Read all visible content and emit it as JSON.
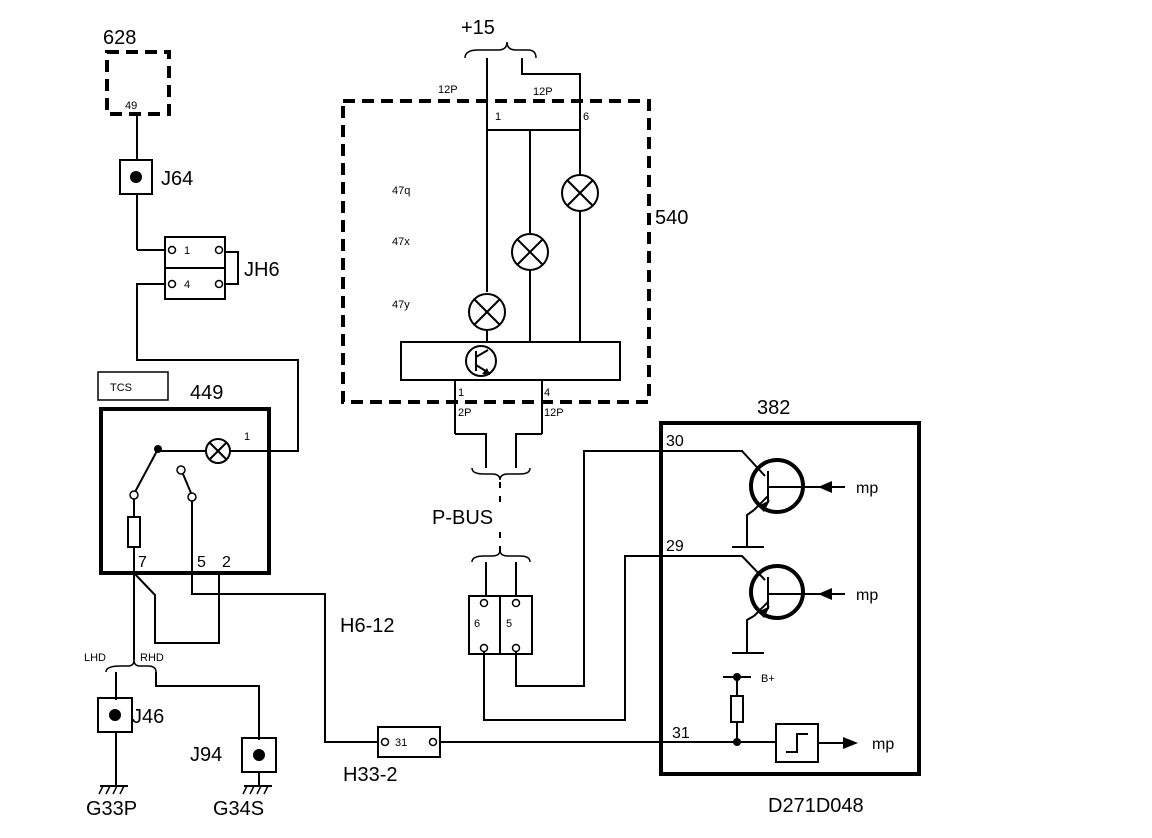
{
  "components": {
    "c628": "628",
    "c628_pin": "49",
    "c540": "540",
    "c449": "449",
    "c382": "382",
    "tcs": "TCS"
  },
  "supply": {
    "plus15": "+15",
    "conn_12p_a": "12P",
    "conn_12p_b": "12P"
  },
  "pins_540": {
    "p1": "1",
    "p6": "6",
    "l47q": "47q",
    "l47x": "47x",
    "l47y": "47y",
    "b1": "1",
    "b4": "4",
    "c2p": "2P",
    "c12p": "12P"
  },
  "connectors": {
    "j64": "J64",
    "jh6": "JH6",
    "jh6_p1": "1",
    "jh6_p4": "4",
    "j46": "J46",
    "j94": "J94",
    "h6_12": "H6-12",
    "h33_2": "H33-2",
    "h33_pin": "31",
    "p_bus": "P-BUS",
    "pb_p6": "6",
    "pb_p5": "5"
  },
  "grounds": {
    "g33p": "G33P",
    "g34s": "G34S"
  },
  "variants": {
    "lhd": "LHD",
    "rhd": "RHD"
  },
  "pins_449": {
    "p1": "1",
    "p7": "7",
    "p5": "5",
    "p2": "2"
  },
  "pins_382": {
    "p30": "30",
    "p29": "29",
    "p31": "31",
    "bplus": "B+",
    "mp1": "mp",
    "mp2": "mp",
    "mp3": "mp"
  },
  "drawing_id": "D271D048"
}
